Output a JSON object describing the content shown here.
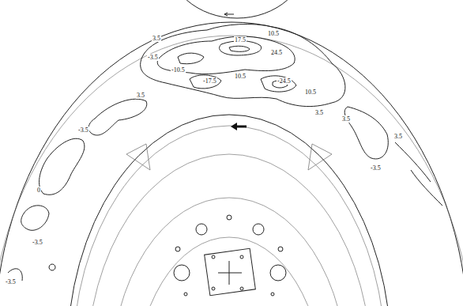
{
  "diagram": {
    "labels": [
      "3.5",
      "-3.5",
      "-10.5",
      "17.5",
      "10.5",
      "24.5",
      "-17.5",
      "10.5",
      "-24.5",
      "10.5",
      "3.5",
      "3.5",
      "-3.5",
      "3.5",
      "-3.5",
      "3.5",
      "-3.5",
      "0",
      "-3.5"
    ]
  }
}
